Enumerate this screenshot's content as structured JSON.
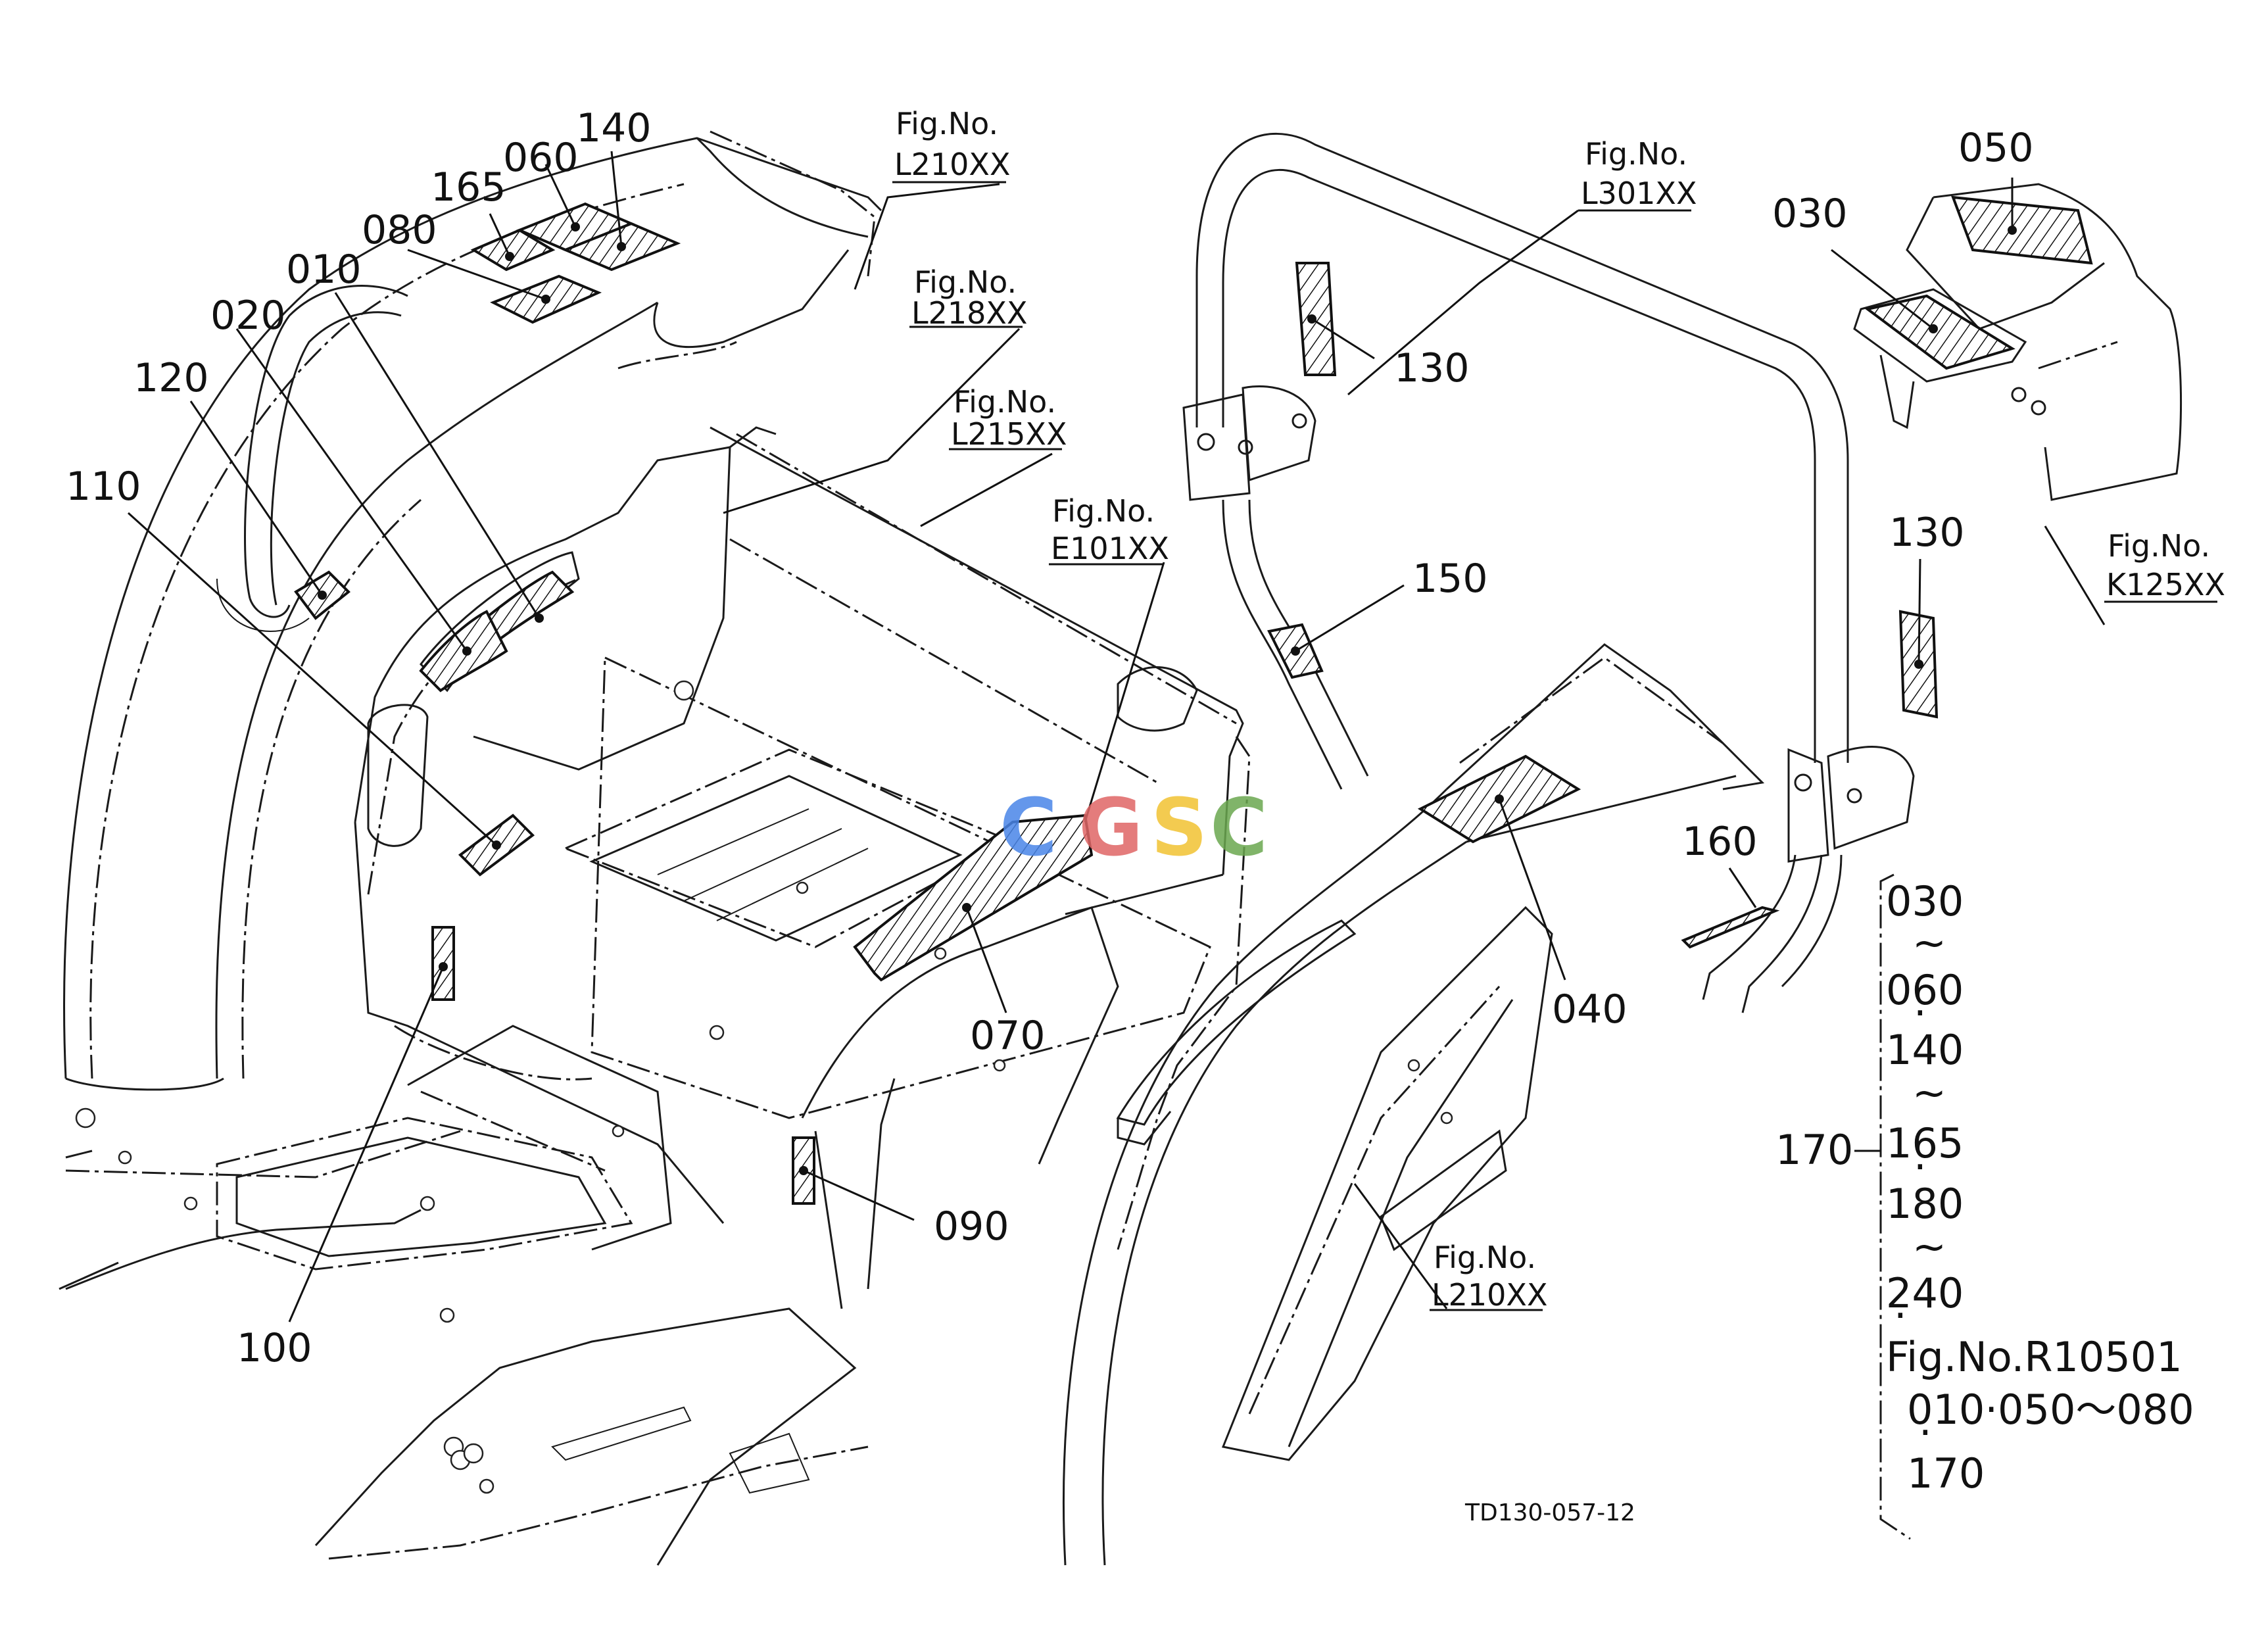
{
  "parts": [
    {
      "id": "part-050",
      "label": "050"
    },
    {
      "id": "part-030",
      "label": "030"
    },
    {
      "id": "part-140",
      "label": "140"
    },
    {
      "id": "part-060",
      "label": "060"
    },
    {
      "id": "part-165",
      "label": "165"
    },
    {
      "id": "part-080",
      "label": "080"
    },
    {
      "id": "part-010",
      "label": "010"
    },
    {
      "id": "part-020",
      "label": "020"
    },
    {
      "id": "part-120",
      "label": "120"
    },
    {
      "id": "part-110",
      "label": "110"
    },
    {
      "id": "part-130a",
      "label": "130"
    },
    {
      "id": "part-130b",
      "label": "130"
    },
    {
      "id": "part-150",
      "label": "150"
    },
    {
      "id": "part-160",
      "label": "160"
    },
    {
      "id": "part-040",
      "label": "040"
    },
    {
      "id": "part-070",
      "label": "070"
    },
    {
      "id": "part-090",
      "label": "090"
    },
    {
      "id": "part-100",
      "label": "100"
    }
  ],
  "figure_refs": {
    "fig_no_text": "Fig.No.",
    "l210_top": "L210XX",
    "l218": "L218XX",
    "l215": "L215XX",
    "e101": "E101XX",
    "l301": "L301XX",
    "k125": "K125XX",
    "l210_bottom": "L210XX"
  },
  "legend": {
    "lines": [
      "030",
      "~",
      "060",
      "·",
      "140",
      "~",
      "165",
      "·",
      "180",
      "~",
      "240",
      "·"
    ],
    "side_label": "170",
    "fig_ref": "Fig.No.R10501",
    "fig_ref_items": "010·050～080",
    "fig_ref_items_dot": "·",
    "fig_ref_items2": "170"
  },
  "drawing_code": "TD130-057-12",
  "watermark": {
    "letters": [
      "C",
      "G",
      "S",
      "C"
    ],
    "colors": [
      "#4a86e8",
      "#e06666",
      "#f1c232",
      "#6aa84f"
    ]
  }
}
